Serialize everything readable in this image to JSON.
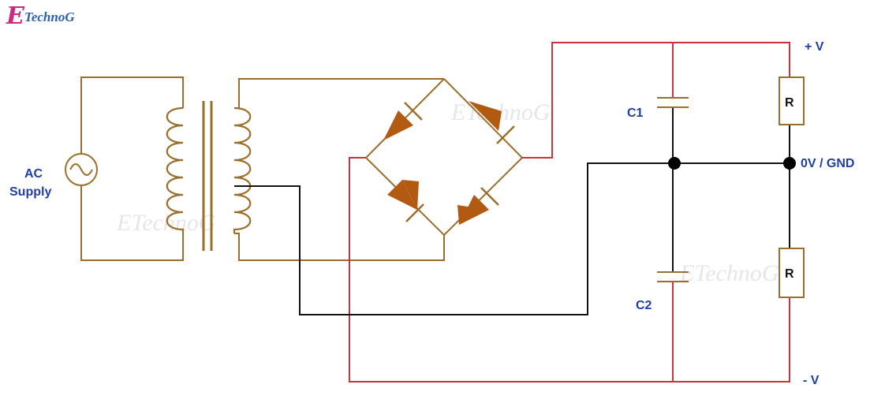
{
  "logo": {
    "initial": "E",
    "rest": "TechnoG",
    "initial_color": "#cc2a7a",
    "rest_color": "#2a5fb4"
  },
  "watermark": {
    "text": "ETechnoG",
    "color": "#e6e6e6"
  },
  "labels": {
    "ac_supply_line1": "AC",
    "ac_supply_line2": "Supply",
    "c1": "C1",
    "c2": "C2",
    "resistor_top": "R",
    "resistor_bottom": "R",
    "positive_rail": "+  V",
    "ground": "0V / GND",
    "negative_rail": "-  V"
  },
  "colors": {
    "label_blue": "#1f3fa6",
    "wire_brown": "#9a6f2c",
    "wire_red": "#c8343a",
    "wire_black": "#111111",
    "diode_fill": "#b35a12",
    "node_fill": "#000000"
  }
}
